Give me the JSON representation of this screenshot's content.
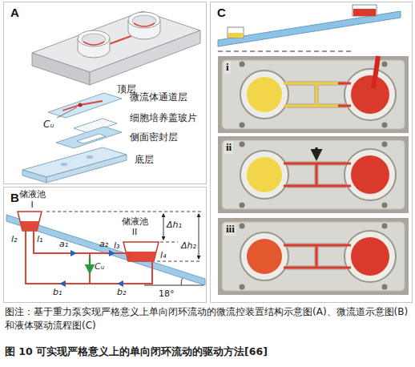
{
  "diagram": {
    "title": "图 10 可实现严格意义上的单向闭环流动的驱动方法[66]",
    "caption": "图注：基于重力泵实现严格意义上单向闭环流动的微流控装置结构示意图(A)、微流道示意图(B)和液体驱动流程图(C)",
    "nodes": [
      {
        "text": [
          "A"
        ]
      },
      {
        "text": [
          "B"
        ]
      },
      {
        "text": [
          "C"
        ]
      },
      {
        "text": [
          "i"
        ],
        "in": 2
      },
      {
        "text": [
          "ii"
        ],
        "in": 2
      },
      {
        "text": [
          "iii"
        ],
        "in": 2
      }
    ],
    "labels": [
      "顶层",
      "微流体通道层",
      "Cᵤ",
      "细胞培养盖玻片",
      "侧面密封层",
      "底层",
      "储液池 I",
      "l₂",
      "l₁",
      "a₁",
      "a₂",
      "Cᵤ",
      "b₁",
      "b₂",
      "l₃",
      "l₄",
      "储液池 II",
      "Δh₁",
      "Δh₂",
      "18°"
    ]
  }
}
